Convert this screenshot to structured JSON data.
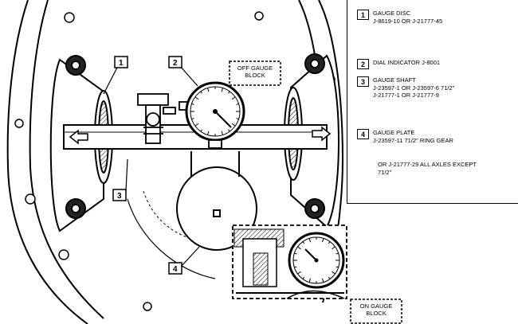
{
  "callouts": {
    "c1": "1",
    "c2": "2",
    "c3": "3",
    "c4": "4"
  },
  "labels": {
    "off_gauge_block": [
      "OFF GAUGE",
      "BLOCK"
    ],
    "on_gauge_block": [
      "ON GAUGE",
      "BLOCK"
    ]
  },
  "legend": {
    "items": [
      {
        "num": "1",
        "lines": [
          "GAUGE DISC",
          "J-8619-10 OR J-21777-45"
        ]
      },
      {
        "num": "2",
        "lines": [
          "DIAL INDICATOR J-8001"
        ]
      },
      {
        "num": "3",
        "lines": [
          "GAUGE SHAFT",
          "J-23597-1 OR J-23597-6 71/2\"",
          "J-21777-1 OR J-21777-9"
        ]
      },
      {
        "num": "4",
        "lines": [
          "GAUGE PLATE",
          "J-23597-11 71/2\" RING GEAR"
        ]
      }
    ],
    "note": [
      "OR J-21777-29 ALL AXLES EXCEPT",
      "71/2\""
    ]
  }
}
